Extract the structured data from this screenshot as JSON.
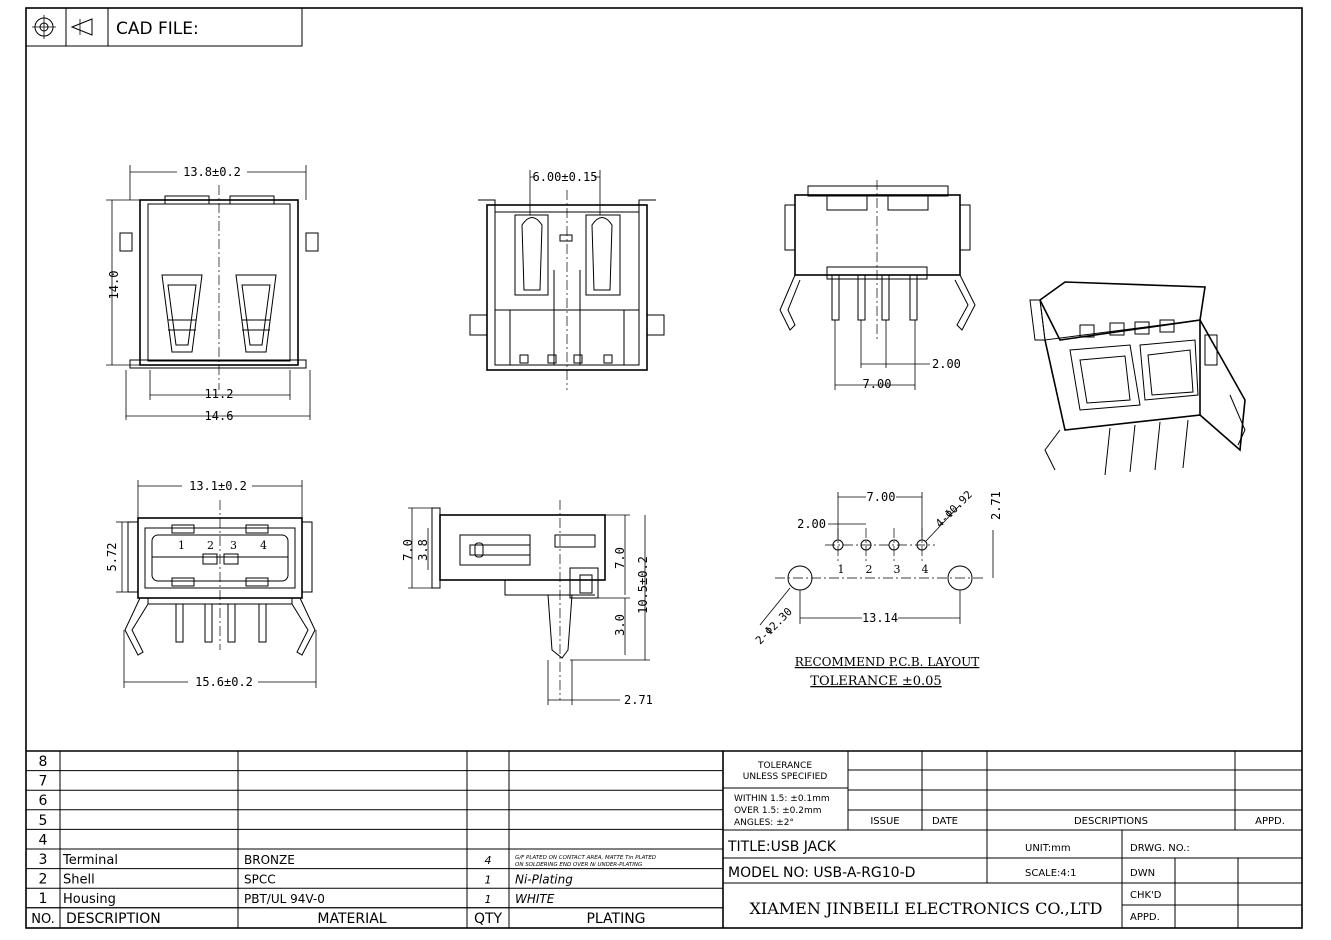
{
  "header": {
    "cad_label": "CAD FILE:"
  },
  "dims": {
    "d_13_8": "13.8±0.2",
    "d_14_0": "14.0",
    "d_11_2": "11.2",
    "d_14_6": "14.6",
    "d_6_00": "6.00±0.15",
    "d_7_00_side": "7.00",
    "d_2_00_side": "2.00",
    "d_13_1": "13.1±0.2",
    "d_5_72": "5.72",
    "d_15_6": "15.6±0.2",
    "d_7_0_l": "7.0",
    "d_3_8": "3.8",
    "d_7_0_r": "7.0",
    "d_10_5": "10.5±0.2",
    "d_3_0": "3.0",
    "d_2_71_side": "2.71",
    "pin_labels": [
      "1",
      "2",
      "3",
      "4"
    ]
  },
  "pcb": {
    "d_7_00": "7.00",
    "d_2_00": "2.00",
    "d_2_71": "2.71",
    "d_13_14": "13.14",
    "hole_small": "4-Φ0.92",
    "hole_large": "2-Φ2.30",
    "pin_labels": [
      "1",
      "2",
      "3",
      "4"
    ],
    "caption1": "RECOMMEND P.C.B. LAYOUT",
    "caption2": "TOLERANCE ±0.05"
  },
  "bom": {
    "row_numbers": [
      "8",
      "7",
      "6",
      "5",
      "4",
      "3",
      "2",
      "1"
    ],
    "rows": [
      {
        "no": "3",
        "description": "Terminal",
        "material": "BRONZE",
        "qty": "4",
        "plating": "G/F PLATED ON CONTACT AREA,MATTE Tin PLATED ON SOLDERING END OVER Ni UNDER-PLATING"
      },
      {
        "no": "2",
        "description": "Shell",
        "material": "SPCC",
        "qty": "1",
        "plating": "Ni-Plating"
      },
      {
        "no": "1",
        "description": "Housing",
        "material": "PBT/UL 94V-0",
        "qty": "1",
        "plating": "WHITE"
      }
    ],
    "headers": {
      "no": "NO.",
      "description": "DESCRIPTION",
      "material": "MATERIAL",
      "qty": "QTY",
      "plating": "PLATING"
    }
  },
  "title_block": {
    "tolerance_title": "TOLERANCE UNLESS SPECIFIED",
    "tol_line1": "WITHIN 1.5: ±0.1mm",
    "tol_line2": "OVER 1.5: ±0.2mm",
    "tol_line3": "ANGLES: ±2°",
    "issue": "ISSUE",
    "date": "DATE",
    "descriptions": "DESCRIPTIONS",
    "appd": "APPD.",
    "title": "TITLE:USB JACK",
    "unit": "UNIT:mm",
    "drwg_no": "DRWG. NO.:",
    "model": "MODEL NO: USB-A-RG10-D",
    "scale": "SCALE:4:1",
    "dwn": "DWN",
    "chkd": "CHK'D",
    "appd2": "APPD.",
    "company": "XIAMEN JINBEILI ELECTRONICS CO.,LTD"
  }
}
